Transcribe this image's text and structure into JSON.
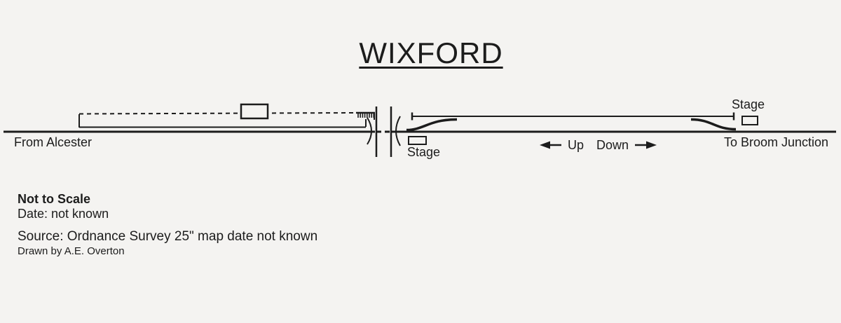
{
  "title": "WIXFORD",
  "diagram": {
    "left_line_label": "From Alcester",
    "right_line_label": "To Broom Junction",
    "direction_up": "Up",
    "direction_down": "Down",
    "stage_left_label": "Stage",
    "stage_right_label": "Stage"
  },
  "notes": {
    "scale": "Not to Scale",
    "date": "Date: not known",
    "source": "Source: Ordnance Survey 25\" map date not known",
    "drawn_by": "Drawn by A.E. Overton"
  },
  "colors": {
    "ink": "#1c1c1c",
    "paper": "#f4f3f1"
  }
}
